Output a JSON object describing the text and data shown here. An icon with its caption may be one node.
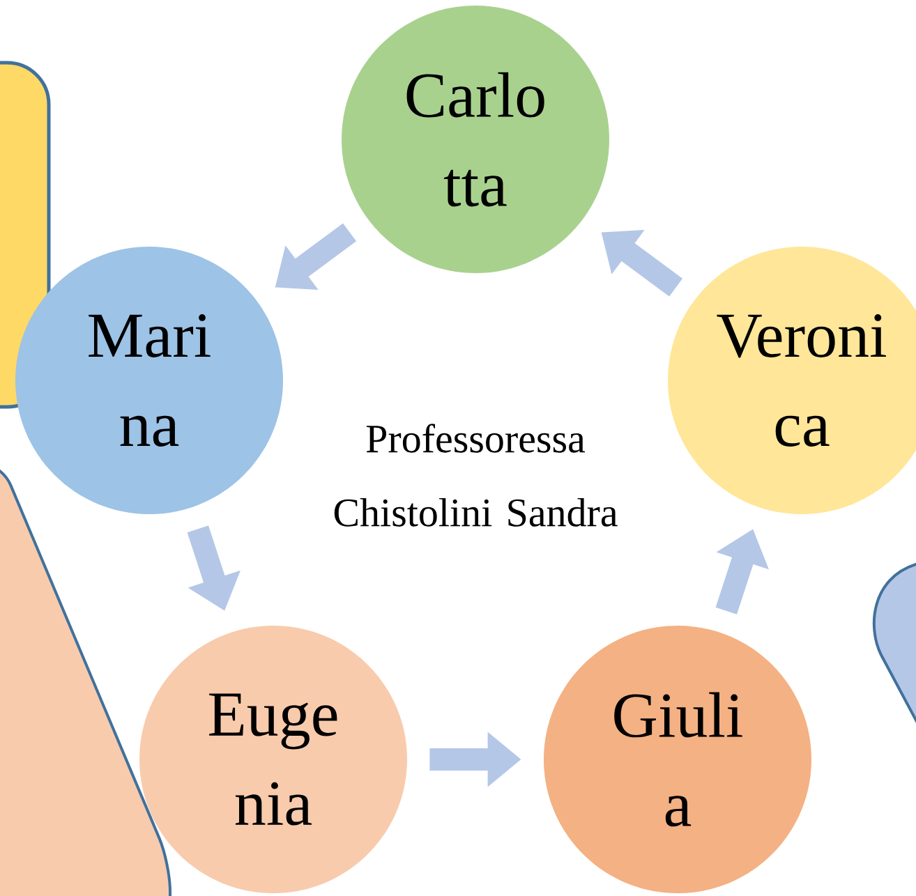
{
  "diagram": {
    "nodes": [
      {
        "text": [
          "Carlo tta"
        ]
      },
      {
        "text": [
          "Mari na"
        ]
      },
      {
        "text": [
          "Euge nia"
        ]
      },
      {
        "text": [
          "Giuli a"
        ]
      },
      {
        "text": [
          "Veroni ca"
        ]
      }
    ],
    "edges": [
      {
        "from": 0,
        "to": 1,
        "arrow": "to"
      },
      {
        "from": 1,
        "to": 2,
        "arrow": "to"
      },
      {
        "from": 2,
        "to": 3,
        "arrow": "to"
      },
      {
        "from": 3,
        "to": 4,
        "arrow": "to"
      },
      {
        "from": 4,
        "to": 0,
        "arrow": "to"
      }
    ],
    "labels": [
      "Professoressa Chistolini Sandra"
    ]
  }
}
